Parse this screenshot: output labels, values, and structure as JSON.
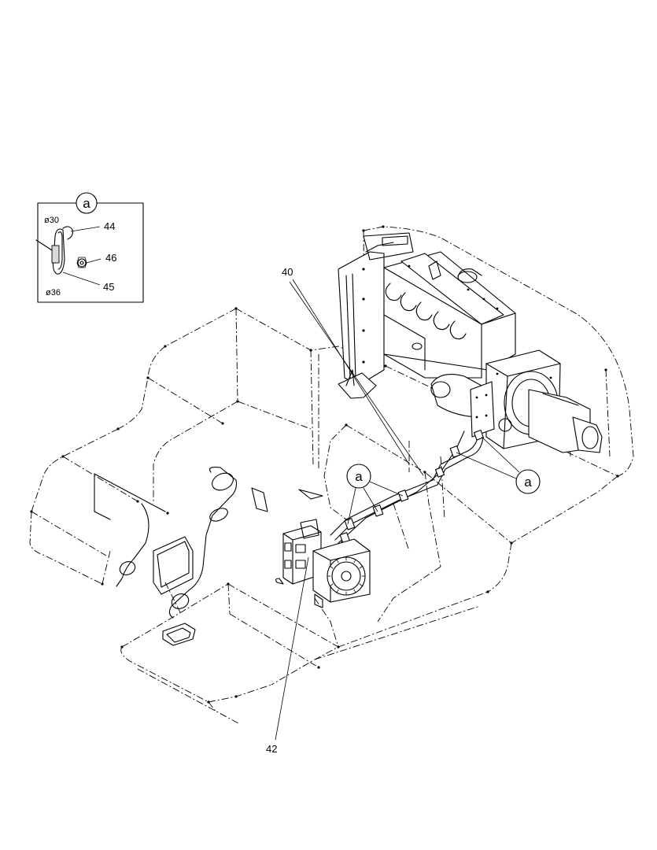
{
  "detail": {
    "bubble": "a",
    "dim_top": "ø30",
    "dim_bottom": "ø36",
    "callouts": [
      "44",
      "46",
      "45"
    ]
  },
  "callouts": {
    "hose_40": "40",
    "pump_42": "42",
    "bubble_left": "a",
    "bubble_right": "a"
  }
}
